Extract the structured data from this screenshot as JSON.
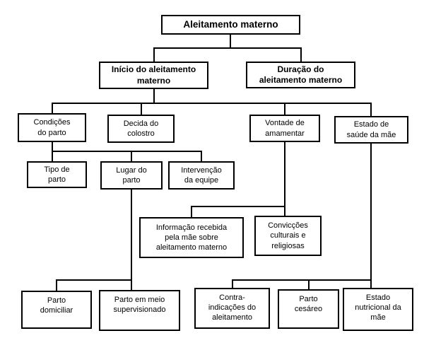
{
  "diagram": {
    "title": "Aleitamento materno",
    "nodes": {
      "root": {
        "label": "Aleitamento materno"
      },
      "inicio": {
        "label": "Início do aleitamento\nmaterno"
      },
      "duracao": {
        "label": "Duração do\naleitamento materno"
      },
      "condicoes": {
        "label": "Condições\ndo parto"
      },
      "decida": {
        "label": "Decida do\ncolostro"
      },
      "vontade": {
        "label": "Vontade de\namamentar"
      },
      "estado_saude": {
        "label": "Estado de\nsaúde da mãe"
      },
      "tipo": {
        "label": "Tipo de\nparto"
      },
      "lugar": {
        "label": "Lugar do\nparto"
      },
      "intervencao": {
        "label": "Intervenção\nda equipe"
      },
      "informacao": {
        "label": "Informação recebida\npela mãe sobre\naleitamento materno"
      },
      "conviccoes": {
        "label": "Convicções\nculturais e\nreligiosas"
      },
      "parto_domiciliar": {
        "label": "Parto\ndomiciliar"
      },
      "parto_supervisionado": {
        "label": "Parto em meio\nsupervisionado"
      },
      "contraindicacoes": {
        "label": "Contra-\nindicações do\naleitamento"
      },
      "parto_cesareo": {
        "label": "Parto\ncesáreo"
      },
      "estado_nutricional": {
        "label": "Estado\nnutricional da\nmãe"
      }
    },
    "edges": [
      {
        "parent": "root",
        "children": [
          "inicio",
          "duracao"
        ]
      },
      {
        "parent": "inicio",
        "children": [
          "condicoes",
          "decida",
          "vontade",
          "estado_saude"
        ]
      },
      {
        "parent": "condicoes",
        "children": [
          "tipo",
          "lugar",
          "intervencao"
        ]
      },
      {
        "parent": "vontade",
        "children": [
          "informacao",
          "conviccoes"
        ]
      },
      {
        "parent": "lugar",
        "children": [
          "parto_domiciliar",
          "parto_supervisionado"
        ]
      },
      {
        "parent": "estado_saude",
        "children": [
          "contraindicacoes",
          "parto_cesareo",
          "estado_nutricional"
        ]
      }
    ],
    "colors": {
      "line": "#000000",
      "box_border": "#000000",
      "box_fill": "#ffffff",
      "text": "#000000",
      "background": "#ffffff"
    }
  }
}
